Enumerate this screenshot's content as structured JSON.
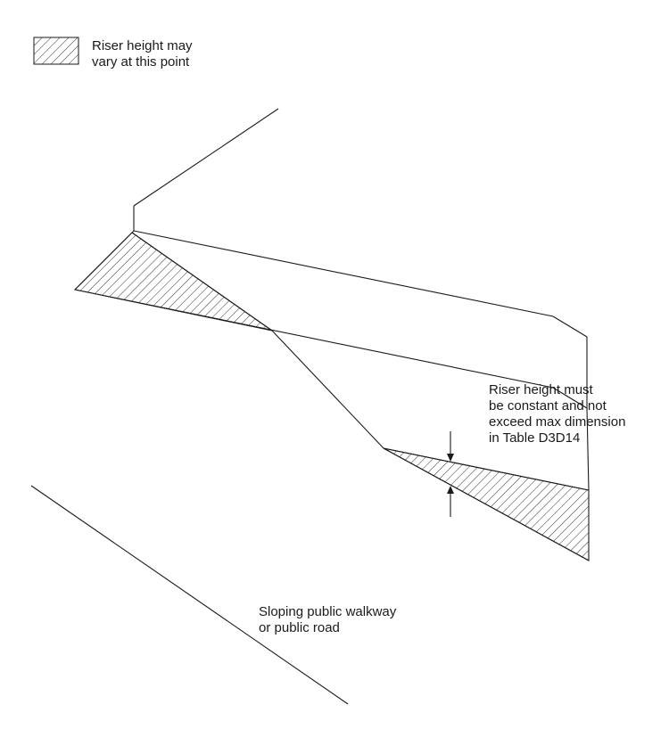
{
  "page": {
    "background_color": "#ffffff",
    "line_color": "#1a1a1a"
  },
  "legend": {
    "swatch": "diagonal-hatch",
    "label_line1": "Riser height may",
    "label_line2": "vary at this point"
  },
  "annotations": {
    "riser_constant": {
      "line1": "Riser height must",
      "line2": "be constant and not",
      "line3": "exceed max dimension",
      "line4": "in Table D3D14"
    },
    "walkway": {
      "line1": "Sloping public walkway",
      "line2": "or public road"
    }
  }
}
